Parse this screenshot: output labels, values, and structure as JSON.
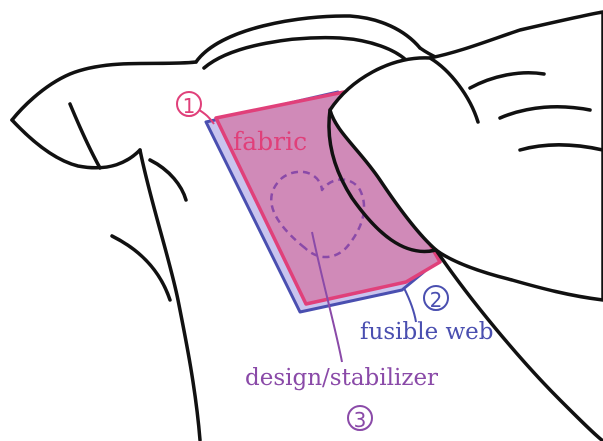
{
  "labels": {
    "fabric": "fabric",
    "fusible_web": "fusible web",
    "design_stabilizer": "design/stabilizer"
  },
  "steps": {
    "one": "1",
    "two": "2",
    "three": "3"
  },
  "colors": {
    "fabric": "#e0407a",
    "fusible_web": "#4a4fb0",
    "design": "#8a4aa8",
    "fabric_fill": "#d08ab8",
    "web_fill": "#c9c4ee",
    "outline": "#111111"
  },
  "icons": [
    "tshirt-outline",
    "hand-outline",
    "heart-outline"
  ]
}
